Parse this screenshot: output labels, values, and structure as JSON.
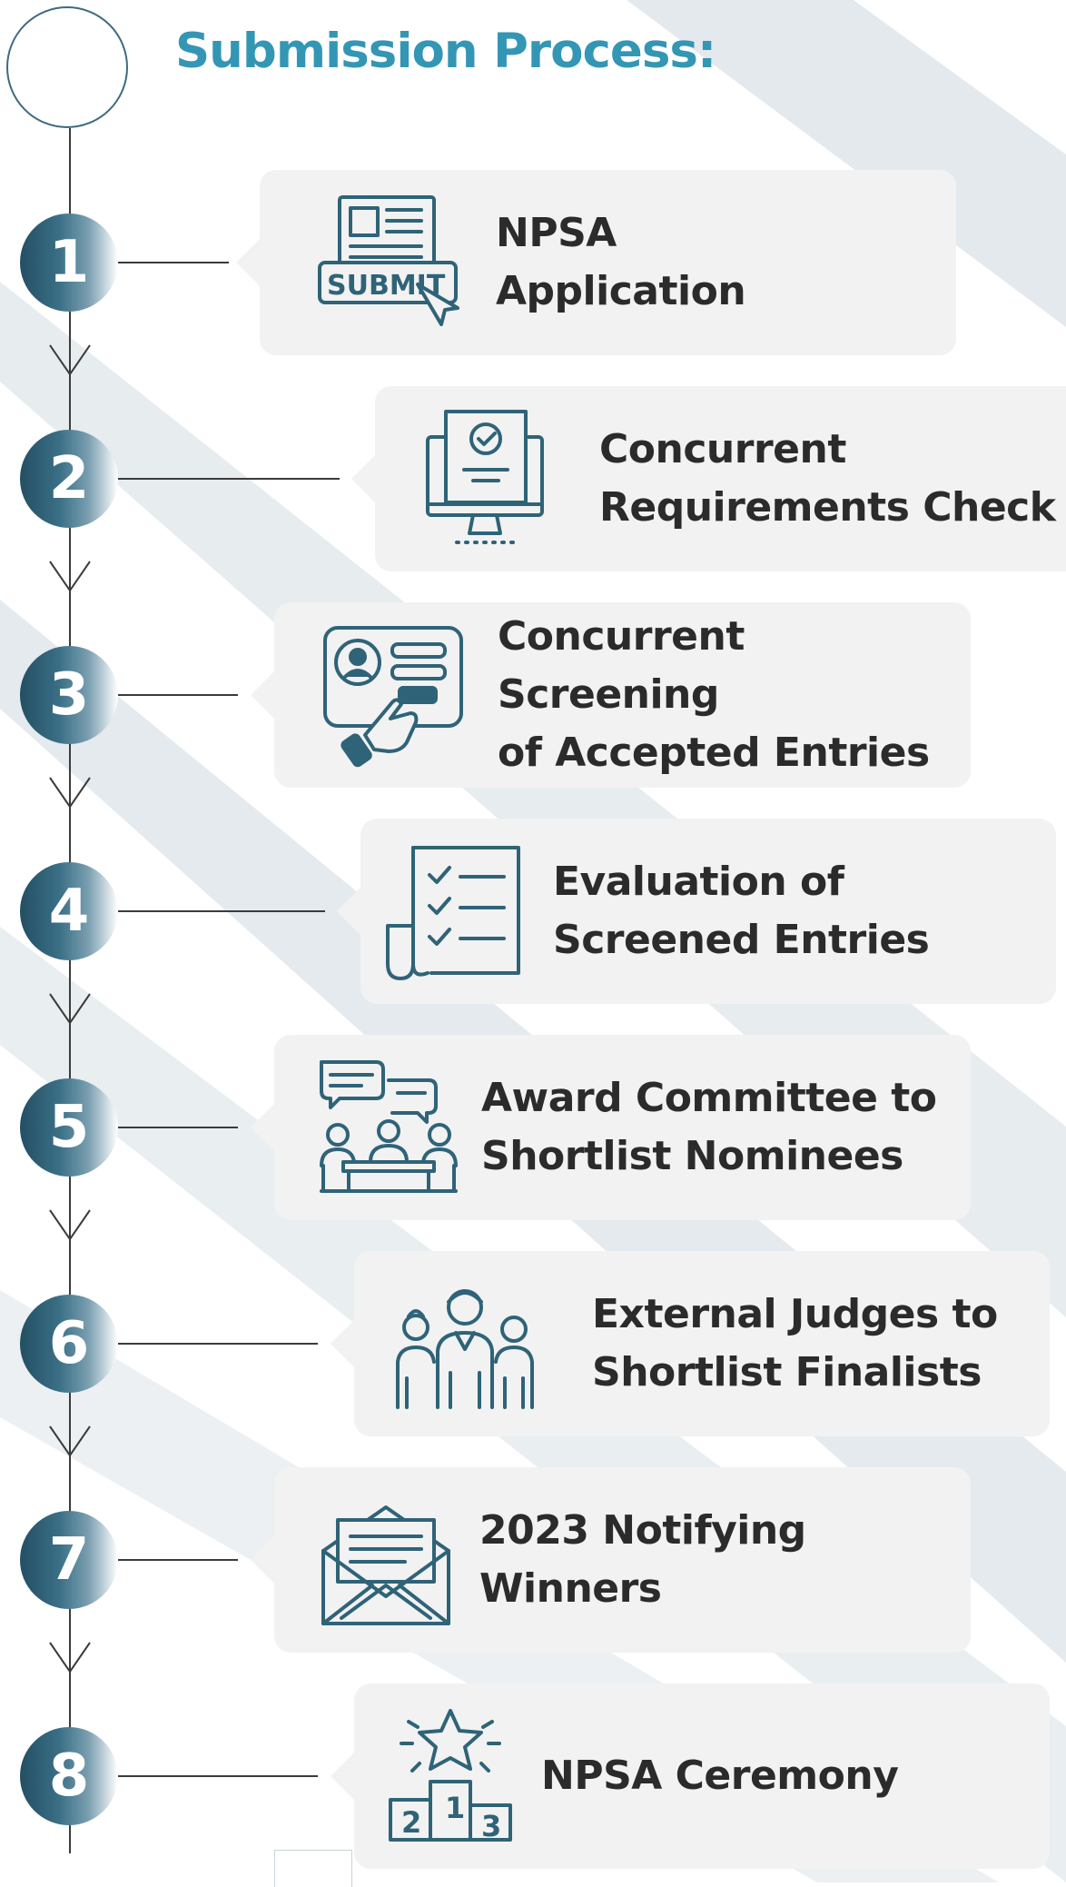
{
  "title": "Submission Process:",
  "colors": {
    "title": "#3496b5",
    "accent": "#2f6378",
    "card": "#f2f2f2",
    "text": "#2b2b2b",
    "stripe": "#e3e9ed"
  },
  "steps": [
    {
      "number": "1",
      "lines": [
        "NPSA",
        "Application"
      ],
      "icon": "submit-form-icon",
      "icon_text": "SUBMIT"
    },
    {
      "number": "2",
      "lines": [
        "Concurrent",
        "Requirements Check"
      ],
      "icon": "monitor-check-icon"
    },
    {
      "number": "3",
      "lines": [
        "Concurrent Screening",
        "of Accepted Entries"
      ],
      "icon": "id-card-select-icon"
    },
    {
      "number": "4",
      "lines": [
        "Evaluation of",
        "Screened Entries"
      ],
      "icon": "checklist-icon"
    },
    {
      "number": "5",
      "lines": [
        "Award Committee to",
        "Shortlist Nominees"
      ],
      "icon": "committee-meeting-icon"
    },
    {
      "number": "6",
      "lines": [
        "External Judges to",
        "Shortlist Finalists"
      ],
      "icon": "judges-group-icon"
    },
    {
      "number": "7",
      "lines": [
        "2023 Notifying",
        "Winners"
      ],
      "icon": "envelope-letter-icon"
    },
    {
      "number": "8",
      "lines": [
        "NPSA Ceremony"
      ],
      "icon": "podium-star-icon",
      "icon_text": [
        "1",
        "2",
        "3"
      ]
    }
  ]
}
